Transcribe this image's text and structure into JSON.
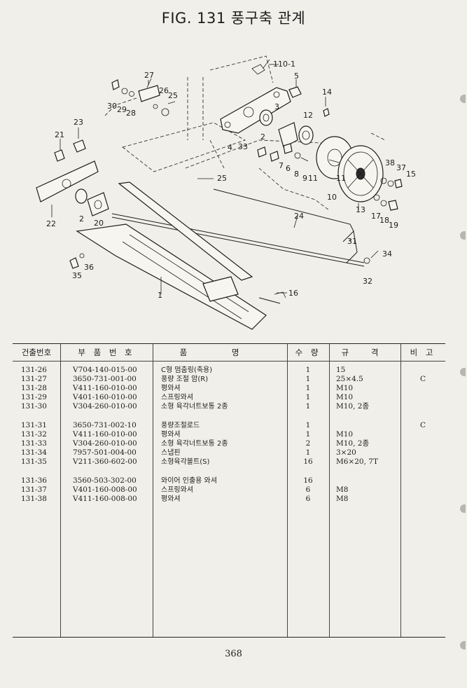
{
  "header": {
    "title": "FIG. 131 풍구축 관계"
  },
  "diagram": {
    "callouts": [
      "110-1",
      "5",
      "27",
      "26",
      "25",
      "14",
      "30",
      "29",
      "28",
      "3",
      "12",
      "23",
      "21",
      "2",
      "4",
      "33",
      "7",
      "6",
      "8",
      "9",
      "11",
      "11",
      "10",
      "38",
      "37",
      "15",
      "25",
      "22",
      "2",
      "20",
      "24",
      "13",
      "17",
      "18",
      "19",
      "31",
      "34",
      "36",
      "35",
      "32",
      "16",
      "1"
    ]
  },
  "table": {
    "headers": [
      "건출번호",
      "부 품 번 호",
      "품 명",
      "수 량",
      "규 격",
      "비 고"
    ],
    "rows": [
      {
        "ref": "131-26",
        "part_no": "V704-140-015-00",
        "name": "C형 멈춤링(축용)",
        "qty": "1",
        "spec": "15",
        "remark": ""
      },
      {
        "ref": "131-27",
        "part_no": "3650-731-001-00",
        "name": "풍량 조절 암(R)",
        "qty": "1",
        "spec": "25×4.5",
        "remark": "C"
      },
      {
        "ref": "131-28",
        "part_no": "V411-160-010-00",
        "name": "평와셔",
        "qty": "1",
        "spec": "M10",
        "remark": ""
      },
      {
        "ref": "131-29",
        "part_no": "V401-160-010-00",
        "name": "스프링와셔",
        "qty": "1",
        "spec": "M10",
        "remark": ""
      },
      {
        "ref": "131-30",
        "part_no": "V304-260-010-00",
        "name": "소형 육각너트보통 2종",
        "qty": "1",
        "spec": "M10, 2종",
        "remark": ""
      },
      {
        "ref": "131-31",
        "part_no": "3650-731-002-10",
        "name": "풍량조절로드",
        "qty": "1",
        "spec": "",
        "remark": "C"
      },
      {
        "ref": "131-32",
        "part_no": "V411-160-010-00",
        "name": "평와셔",
        "qty": "1",
        "spec": "M10",
        "remark": ""
      },
      {
        "ref": "131-33",
        "part_no": "V304-260-010-00",
        "name": "소형 육각너트보통 2종",
        "qty": "2",
        "spec": "M10, 2종",
        "remark": ""
      },
      {
        "ref": "131-34",
        "part_no": "7957-501-004-00",
        "name": "스냅핀",
        "qty": "1",
        "spec": "3×20",
        "remark": ""
      },
      {
        "ref": "131-35",
        "part_no": "V211-360-602-00",
        "name": "소형육각볼트(S)",
        "qty": "16",
        "spec": "M6×20, 7T",
        "remark": ""
      },
      {
        "ref": "131-36",
        "part_no": "3560-503-302-00",
        "name": "와이어 인출용 와셔",
        "qty": "16",
        "spec": "",
        "remark": ""
      },
      {
        "ref": "131-37",
        "part_no": "V401-160-008-00",
        "name": "스프링와셔",
        "qty": "6",
        "spec": "M8",
        "remark": ""
      },
      {
        "ref": "131-38",
        "part_no": "V411-160-008-00",
        "name": "평와셔",
        "qty": "6",
        "spec": "M8",
        "remark": ""
      }
    ]
  },
  "footer": {
    "page_number": "368"
  }
}
